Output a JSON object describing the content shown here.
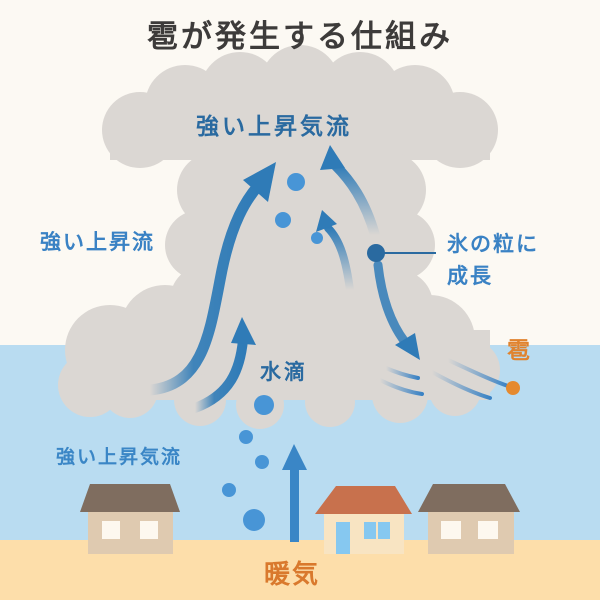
{
  "title": "雹が発生する仕組み",
  "labels": {
    "top_updraft": "強い上昇気流",
    "left_updraft": "強い上昇流",
    "ice_growth_line1": "氷の粒に",
    "ice_growth_line2": "成長",
    "hail": "雹",
    "water_droplet": "水滴",
    "bottom_updraft": "強い上昇気流",
    "warm_air": "暖気"
  },
  "colors": {
    "background": "#fcf9f3",
    "sky": "#b9dcf1",
    "ground": "#fddeaa",
    "cloud": "#dbd7d3",
    "arrow": "#2f7bb7",
    "droplet": "#4895d6",
    "hail": "#e58a2f",
    "title": "#3d3b3a",
    "house_roof_brown": "#7f6d5f",
    "house_roof_orange": "#c8714d",
    "house_wall_brown": "#dfcab0",
    "house_wall_cream": "#f8e4c2",
    "window_light": "#fdf8ef",
    "window_blue": "#86c8f0"
  },
  "icons": {
    "updraft_arrows": "curved-arrow-up",
    "downdraft_arrow": "curved-arrow-down",
    "rising_arrow": "arrow-up",
    "droplets": "circle",
    "hailstone": "circle",
    "houses": "house"
  }
}
